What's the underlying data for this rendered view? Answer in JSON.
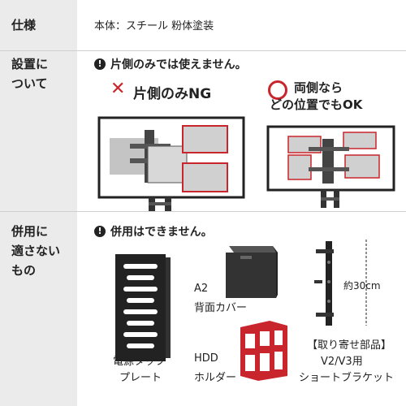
{
  "spec": {
    "label": "仕様",
    "value": "本体：スチール 粉体塗装"
  },
  "installation": {
    "label_lines": [
      "設置に",
      "ついて"
    ],
    "warning": "片側のみでは使えません。",
    "ng_mark": "✕",
    "ng_text": "片側のみNG",
    "ok_mark": "○",
    "ok_line1": "両側なら",
    "ok_line2": "どの位置でもOK",
    "highlight_color": "#c8262c"
  },
  "compatibility": {
    "label_lines": [
      "併用に",
      "適さない",
      "もの"
    ],
    "warning": "併用はできません。",
    "items": {
      "a2_cover": [
        "A2",
        "背面カバー"
      ],
      "power_plate": [
        "電源タップ",
        "プレート"
      ],
      "hdd_holder": [
        "HDD",
        "ホルダー"
      ],
      "bracket": [
        "【取り寄せ部品】",
        "V2/V3用",
        "ショートブラケット"
      ],
      "bracket_length": "約30cm"
    }
  }
}
